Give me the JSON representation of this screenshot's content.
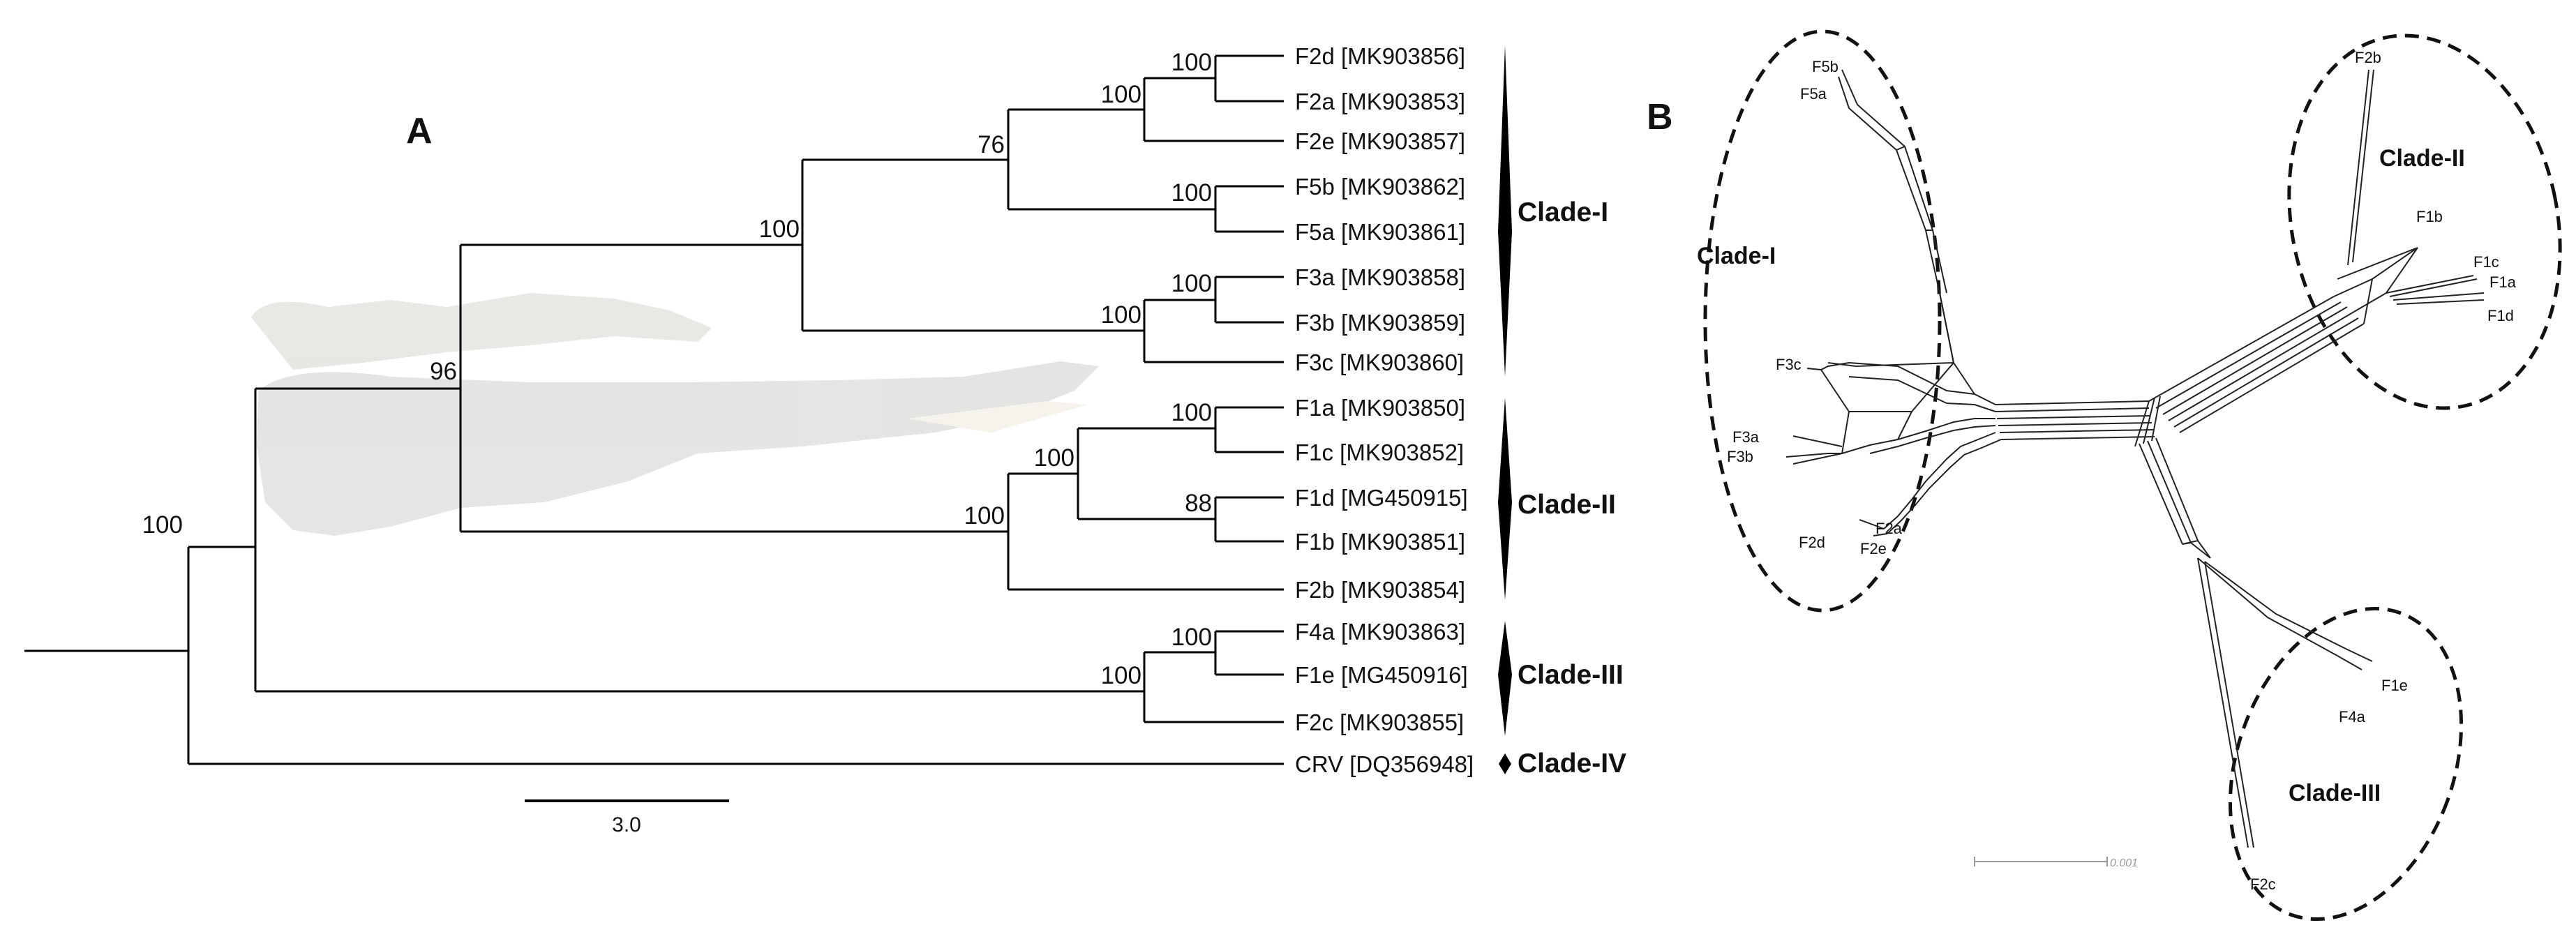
{
  "panel_a": {
    "label": "A",
    "taxa": [
      "F2d [MK903856]",
      "F2a [MK903853]",
      "F2e [MK903857]",
      "F5b [MK903862]",
      "F5a [MK903861]",
      "F3a [MK903858]",
      "F3b [MK903859]",
      "F3c [MK903860]",
      "F1a [MK903850]",
      "F1c [MK903852]",
      "F1d [MG450915]",
      "F1b [MK903851]",
      "F2b [MK903854]",
      "F4a [MK903863]",
      "F1e [MG450916]",
      "F2c [MK903855]",
      "CRV [DQ356948]"
    ],
    "bootstrap": {
      "root_split": "100",
      "clade_1_2": "96",
      "clade_1": "100",
      "f2_f5": "76",
      "f2_group": "100",
      "f2d_f2a": "100",
      "f5_group": "100",
      "f3_group": "100",
      "f3a_f3b": "100",
      "clade_2": "100",
      "f1_group": "100",
      "f1a_f1c": "100",
      "f1d_f1b": "88",
      "clade_3": "100",
      "f4a_f1e": "100"
    },
    "clades": [
      "Clade-I",
      "Clade-II",
      "Clade-III",
      "Clade-IV"
    ],
    "scale_label": "3.0"
  },
  "panel_b": {
    "label": "B",
    "taxa": [
      "F5b",
      "F5a",
      "F3c",
      "F3a",
      "F3b",
      "F2d",
      "F2a",
      "F2e",
      "F2b",
      "F1b",
      "F1c",
      "F1a",
      "F1d",
      "F1e",
      "F4a",
      "F2c"
    ],
    "clades": [
      "Clade-I",
      "Clade-II",
      "Clade-III"
    ],
    "scale_label": "0.001"
  }
}
